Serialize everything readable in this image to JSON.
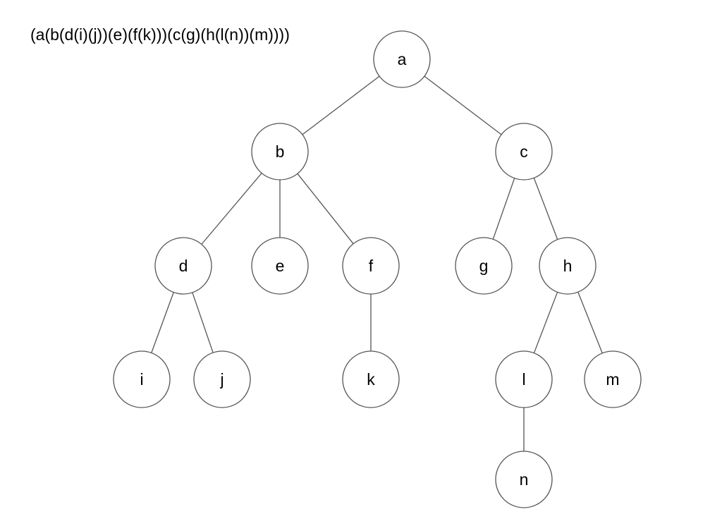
{
  "expression": "(a(b(d(i)(j))(e)(f(k)))(c(g)(h(l(n))(m))))",
  "colors": {
    "background": "#ffffff",
    "stroke": "#555555",
    "text": "#000000"
  },
  "tree": {
    "nodes": [
      {
        "id": "a",
        "label": "a"
      },
      {
        "id": "b",
        "label": "b"
      },
      {
        "id": "c",
        "label": "c"
      },
      {
        "id": "d",
        "label": "d"
      },
      {
        "id": "e",
        "label": "e"
      },
      {
        "id": "f",
        "label": "f"
      },
      {
        "id": "g",
        "label": "g"
      },
      {
        "id": "h",
        "label": "h"
      },
      {
        "id": "i",
        "label": "i"
      },
      {
        "id": "j",
        "label": "j"
      },
      {
        "id": "k",
        "label": "k"
      },
      {
        "id": "l",
        "label": "l"
      },
      {
        "id": "m",
        "label": "m"
      },
      {
        "id": "n",
        "label": "n"
      }
    ],
    "edges": [
      [
        "a",
        "b"
      ],
      [
        "a",
        "c"
      ],
      [
        "b",
        "d"
      ],
      [
        "b",
        "e"
      ],
      [
        "b",
        "f"
      ],
      [
        "c",
        "g"
      ],
      [
        "c",
        "h"
      ],
      [
        "d",
        "i"
      ],
      [
        "d",
        "j"
      ],
      [
        "f",
        "k"
      ],
      [
        "h",
        "l"
      ],
      [
        "h",
        "m"
      ],
      [
        "l",
        "n"
      ]
    ]
  }
}
